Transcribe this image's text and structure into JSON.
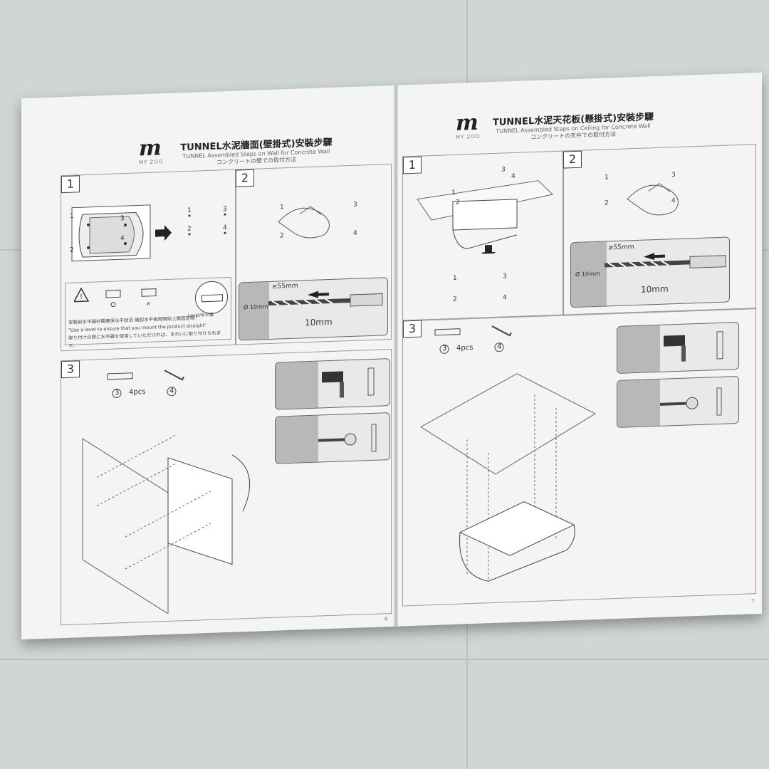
{
  "left_page": {
    "title": "TUNNEL水泥牆面(壁掛式)安裝步驟",
    "subtitle_en": "TUNNEL Assembled Steps on Wall for Concrete Wall",
    "subtitle_jp": "コンクリートの壁での取付方法",
    "logo_letter": "m",
    "logo_sub": "MY ZOO",
    "steps": [
      "1",
      "2",
      "3"
    ],
    "step1_labels": [
      "1",
      "2",
      "3",
      "4"
    ],
    "step1_grid": [
      "1",
      "3",
      "2",
      "4"
    ],
    "step2_grid": [
      "1",
      "3",
      "2",
      "4"
    ],
    "drill": {
      "depth": "≥55mm",
      "diameter": "Ø 10mm",
      "bit": "10mm"
    },
    "level_label": "Level/水平器",
    "warning_note_lines": [
      "安裝前水平器材需確保水平狀況 確認水平後再開始上鎖固定喔！",
      "\"Use a level to ensure that you mount the product straight\"",
      "取り付けの際に水平器を使用していただければ、きれいに取り付けられます。"
    ],
    "part_anchor": {
      "index": "3",
      "qty": "4pcs"
    },
    "part_wrench": {
      "index": "4"
    },
    "page_number": "6"
  },
  "right_page": {
    "title": "TUNNEL水泥天花板(懸掛式)安裝步驟",
    "subtitle_en": "TUNNEL Assembled Steps on Ceiling for Concrete Wall",
    "subtitle_jp": "コンクリートの天井での取付方法",
    "logo_letter": "m",
    "logo_sub": "MY ZOO",
    "steps": [
      "1",
      "2",
      "3"
    ],
    "step1_labels": [
      "3",
      "4",
      "1",
      "2"
    ],
    "step1_grid": [
      "1",
      "3",
      "2",
      "4"
    ],
    "step2_grid": [
      "1",
      "3",
      "2",
      "4"
    ],
    "drill": {
      "depth": "≥55mm",
      "diameter": "Ø 10mm",
      "bit": "10mm"
    },
    "part_anchor": {
      "index": "3",
      "qty": "4pcs"
    },
    "part_wrench": {
      "index": "4"
    },
    "page_number": "7"
  }
}
